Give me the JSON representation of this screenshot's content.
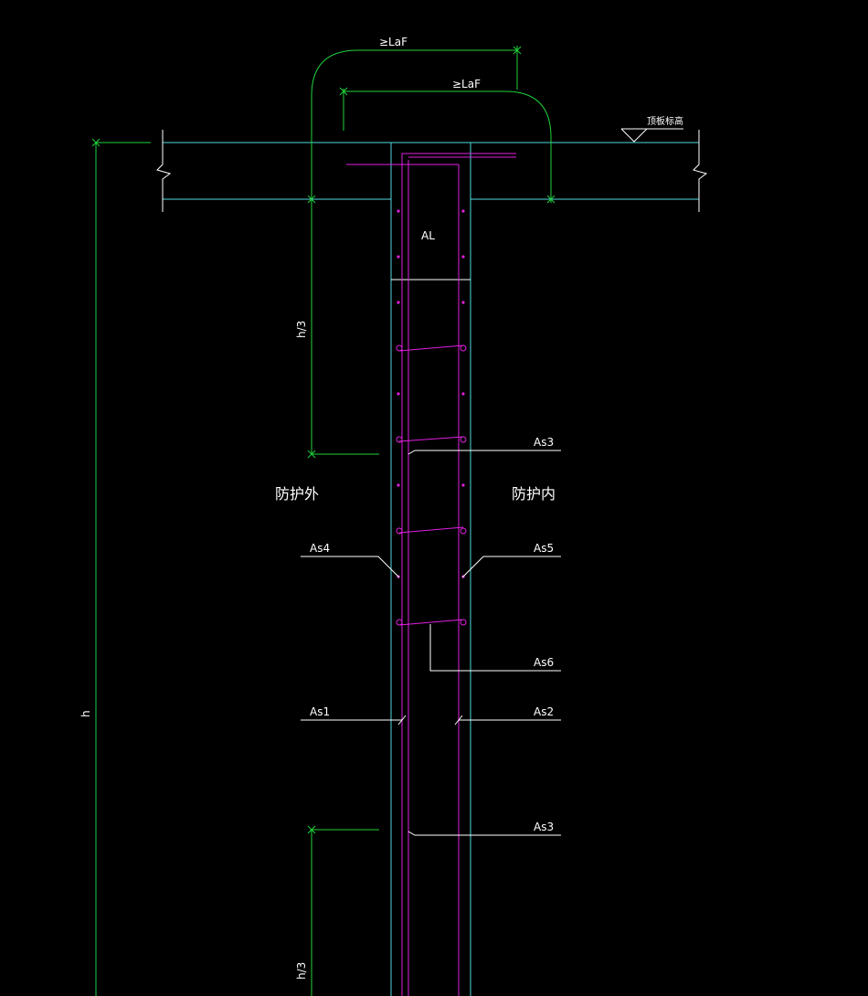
{
  "colors": {
    "background": "#000000",
    "cyan": "#4fd8e0",
    "green": "#1fd23a",
    "magenta": "#e020e0",
    "white": "#ffffff"
  },
  "labels": {
    "laf_top": "≥LaF",
    "laf_second": "≥LaF",
    "roof_elevation": "顶板标高",
    "al": "AL",
    "h_third_top": "h/3",
    "h_third_bottom": "h/3",
    "h_total": "h",
    "outer_side": "防护外",
    "inner_side": "防护内",
    "as3_top": "As3",
    "as4": "As4",
    "as5": "As5",
    "as6": "As6",
    "as1": "As1",
    "as2": "As2",
    "as3_bottom": "As3"
  }
}
